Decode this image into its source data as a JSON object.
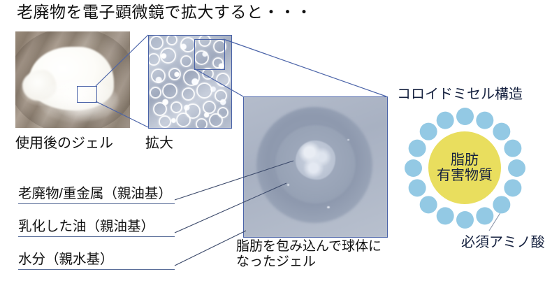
{
  "title": "老廃物を電子顕微鏡で拡大すると・・・",
  "photos": {
    "gel": {
      "caption": "使用後のジェル",
      "alt": "使用後のジェル写真"
    },
    "sem": {
      "caption": "拡大",
      "alt": "電子顕微鏡拡大画像"
    },
    "big": {
      "caption": "脂肪を包み込んで球体になったジェル",
      "alt": "球体になったジェルの拡大画像"
    }
  },
  "legend": {
    "items": [
      {
        "label": "老廃物/重金属（親油基）"
      },
      {
        "label": "乳化した油（親油基）"
      },
      {
        "label": "水分（親水基）"
      }
    ]
  },
  "micelle": {
    "title": "コロイドミセル構造",
    "core_lines": [
      "脂肪",
      "有害物質"
    ],
    "amino_label": "必須アミノ酸",
    "head_count": 16,
    "colors": {
      "core": "#e9de5e",
      "head": "#93c9e4",
      "tail": "#3f3c1d",
      "text": "#15213f",
      "connector": "#4a63a8"
    }
  }
}
